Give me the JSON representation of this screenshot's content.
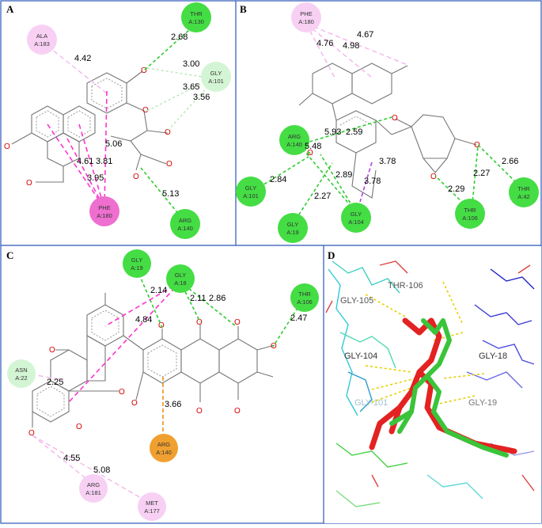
{
  "panels": {
    "A": {
      "label": "A",
      "residues": {
        "thr130": {
          "name": "THR",
          "chain": "A:130"
        },
        "ala183": {
          "name": "ALA",
          "chain": "A:183"
        },
        "gly101": {
          "name": "GLY",
          "chain": "A:101"
        },
        "phe180": {
          "name": "PHE",
          "chain": "A:180"
        },
        "arg140": {
          "name": "ARG",
          "chain": "A:140"
        }
      },
      "distances": [
        "2.68",
        "4.42",
        "3.00",
        "3.65",
        "3.56",
        "5.06",
        "4.61",
        "3.81",
        "3.95",
        "5.13"
      ]
    },
    "B": {
      "label": "B",
      "residues": {
        "phe180": {
          "name": "PHE",
          "chain": "A:180"
        },
        "arg140": {
          "name": "ARG",
          "chain": "A:140"
        },
        "gly101": {
          "name": "GLY",
          "chain": "A:101"
        },
        "gly19": {
          "name": "GLY",
          "chain": "A:19"
        },
        "gly104": {
          "name": "GLY",
          "chain": "A:104"
        },
        "thr106": {
          "name": "THR",
          "chain": "A:106"
        },
        "thr42": {
          "name": "THR",
          "chain": "A:42"
        }
      },
      "distances": [
        "4.76",
        "4.67",
        "4.98",
        "5.93",
        "2.59",
        "5.48",
        "3.78",
        "2.89",
        "2.84",
        "3.78",
        "2.27",
        "2.29",
        "2.27",
        "2.66"
      ]
    },
    "C": {
      "label": "C",
      "residues": {
        "gly19": {
          "name": "GLY",
          "chain": "A:19"
        },
        "gly18": {
          "name": "GLY",
          "chain": "A:18"
        },
        "thr106": {
          "name": "THR",
          "chain": "A:106"
        },
        "asn22": {
          "name": "ASN",
          "chain": "A:22"
        },
        "arg140": {
          "name": "ARG",
          "chain": "A:140"
        },
        "arg181": {
          "name": "ARG",
          "chain": "A:181"
        },
        "met177": {
          "name": "MET",
          "chain": "A:177"
        }
      },
      "distances": [
        "2.14",
        "2.11",
        "2.86",
        "2.47",
        "4.84",
        "2.25",
        "3.66",
        "4.55",
        "5.08"
      ]
    },
    "D": {
      "label": "D",
      "labels": [
        "THR-106",
        "GLY-105",
        "GLY-104",
        "GLY-18",
        "GLY-19",
        "GLY-101"
      ]
    }
  },
  "colors": {
    "hbond": "#2ecc2e",
    "weak_hbond": "#b6e8b6",
    "pi_pi": "#ff33cc",
    "alkyl": "#f3b5ec",
    "pi_sigma": "#b044e0",
    "pi_cation": "#f0a030",
    "panel_border": "#2b56b8",
    "ligand_red": "#e32222",
    "ligand_green": "#3ac43a"
  }
}
